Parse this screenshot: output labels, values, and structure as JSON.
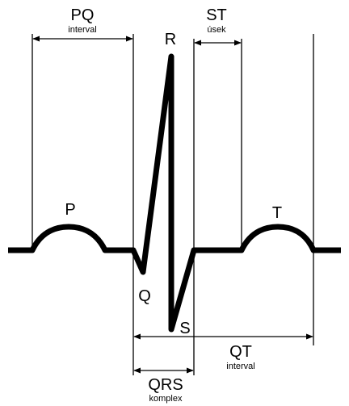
{
  "labels": {
    "pq": "PQ",
    "pq_sub": "interval",
    "st": "ST",
    "st_sub": "úsek",
    "qt": "QT",
    "qt_sub": "interval",
    "qrs": "QRS",
    "qrs_sub": "komplex",
    "wave_p": "P",
    "wave_q": "Q",
    "wave_r": "R",
    "wave_s": "S",
    "wave_t": "T"
  }
}
